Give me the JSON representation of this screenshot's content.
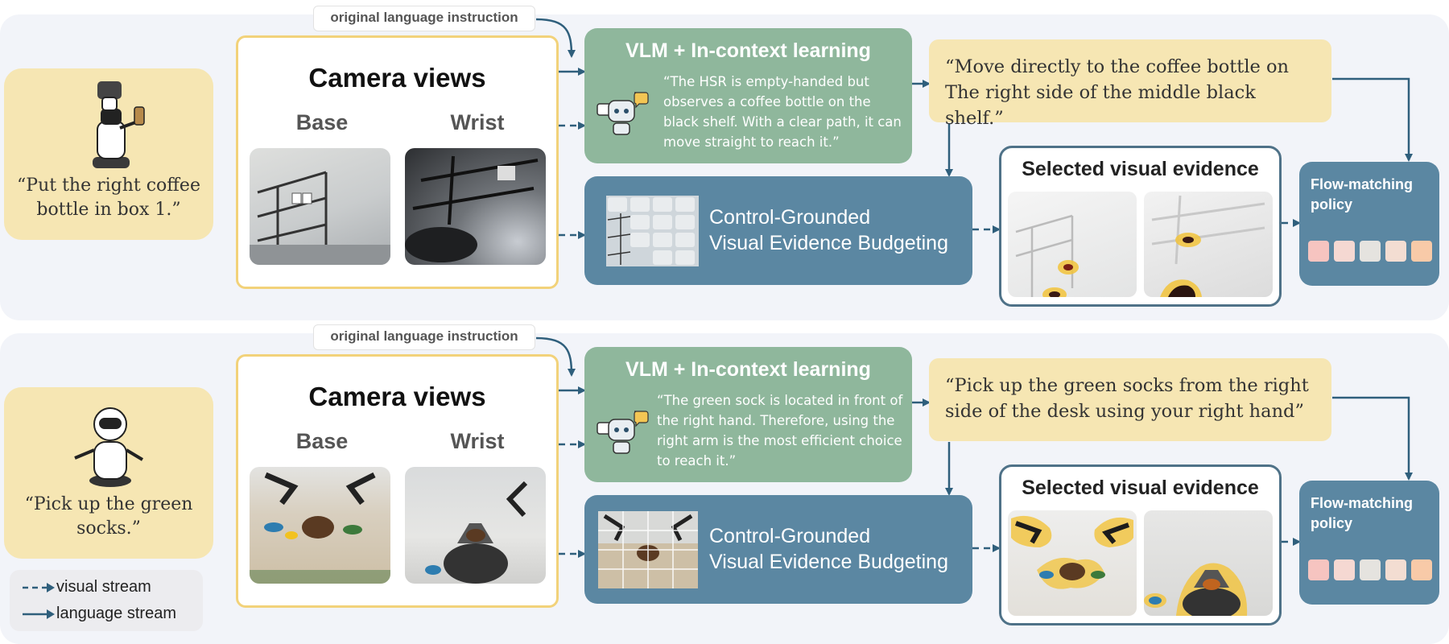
{
  "rows": [
    {
      "instruction": "“Put the right coffee bottle in box 1.”",
      "original_tag": "original language instruction",
      "camera_title": "Camera views",
      "base_label": "Base",
      "wrist_label": "Wrist",
      "vlm_title": "VLM + In-context learning",
      "vlm_reasoning": "“The HSR is empty-handed but observes a coffee bottle on the black shelf. With a clear path, it can move straight to reach it.”",
      "refined_instruction": "“Move directly to the coffee bottle on The right side of the middle black shelf.”",
      "budget_line1": "Control-Grounded",
      "budget_line2": "Visual Evidence Budgeting",
      "evidence_title": "Selected visual evidence",
      "policy_title": "Flow-matching policy"
    },
    {
      "instruction": "“Pick up the green socks.”",
      "original_tag": "original language instruction",
      "camera_title": "Camera views",
      "base_label": "Base",
      "wrist_label": "Wrist",
      "vlm_title": "VLM + In-context learning",
      "vlm_reasoning": "“The green sock is located in front of the right hand. Therefore, using the right arm is the most efficient choice to reach it.”",
      "refined_instruction": "“Pick up the green socks from the right side of the desk using your right hand”",
      "budget_line1": "Control-Grounded",
      "budget_line2": "Visual Evidence Budgeting",
      "evidence_title": "Selected visual evidence",
      "policy_title": "Flow-matching policy"
    }
  ],
  "legend": {
    "visual": "visual stream",
    "language": "language stream"
  },
  "colors": {
    "arrow": "#2f5f7c",
    "vlm_green": "#8fb79c",
    "budget_blue": "#5b87a2",
    "instruction_yellow": "#f6e6b3",
    "action_tokens": [
      "#f6c4c0",
      "#f5d8d2",
      "#e5e3df",
      "#f3ddd2",
      "#f8caa8"
    ]
  }
}
